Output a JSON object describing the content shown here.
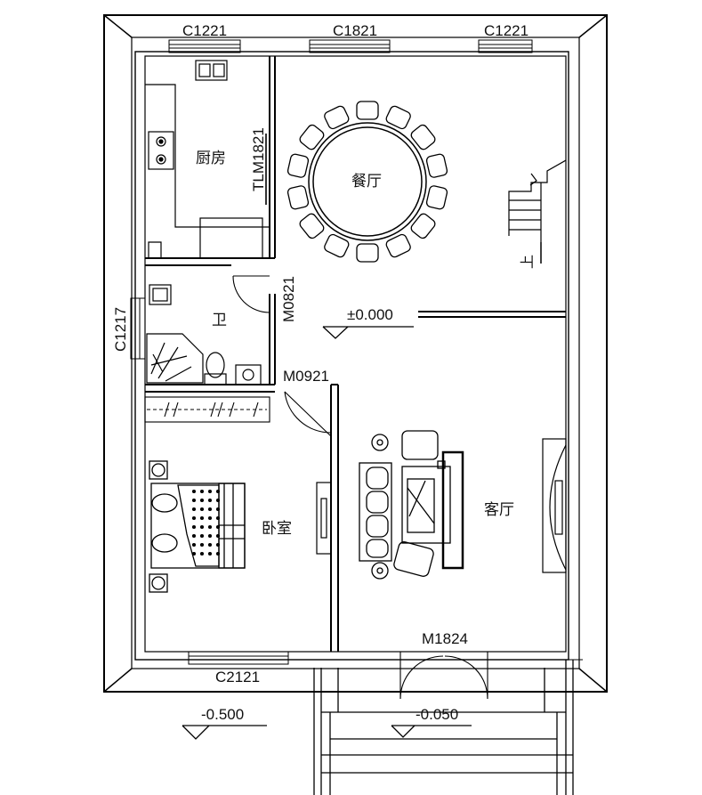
{
  "rooms": {
    "kitchen": "厨房",
    "dining": "餐厅",
    "bathroom": "卫",
    "bedroom": "卧室",
    "living": "客厅"
  },
  "windows": {
    "top_left": "C1221",
    "top_center": "C1821",
    "top_right": "C1221",
    "left": "C1217",
    "bottom": "C2121"
  },
  "doors": {
    "kitchen_sliding": "TLM1821",
    "bathroom": "M0821",
    "bedroom": "M0921",
    "entrance": "M1824"
  },
  "elevations": {
    "floor": "±0.000",
    "outside": "-0.500",
    "porch": "-0.050"
  },
  "stair": {
    "up_label": "上"
  }
}
